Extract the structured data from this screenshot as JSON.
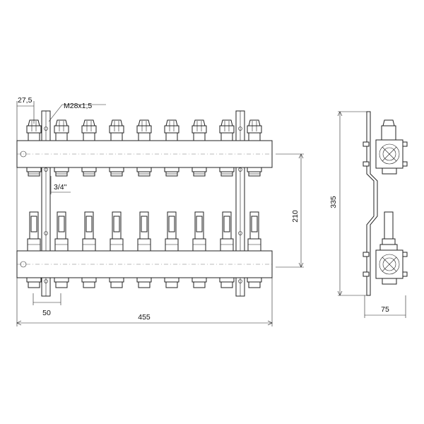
{
  "drawing": {
    "dimensions": {
      "nipple_offset": "27,5",
      "thread": "M28x1,5",
      "connection": "3/4\"",
      "pipe_spacing": "210",
      "outlet_pitch": "50",
      "total_width": "455",
      "total_height": "335",
      "depth": "75"
    },
    "circuits_per_bar": 9
  }
}
